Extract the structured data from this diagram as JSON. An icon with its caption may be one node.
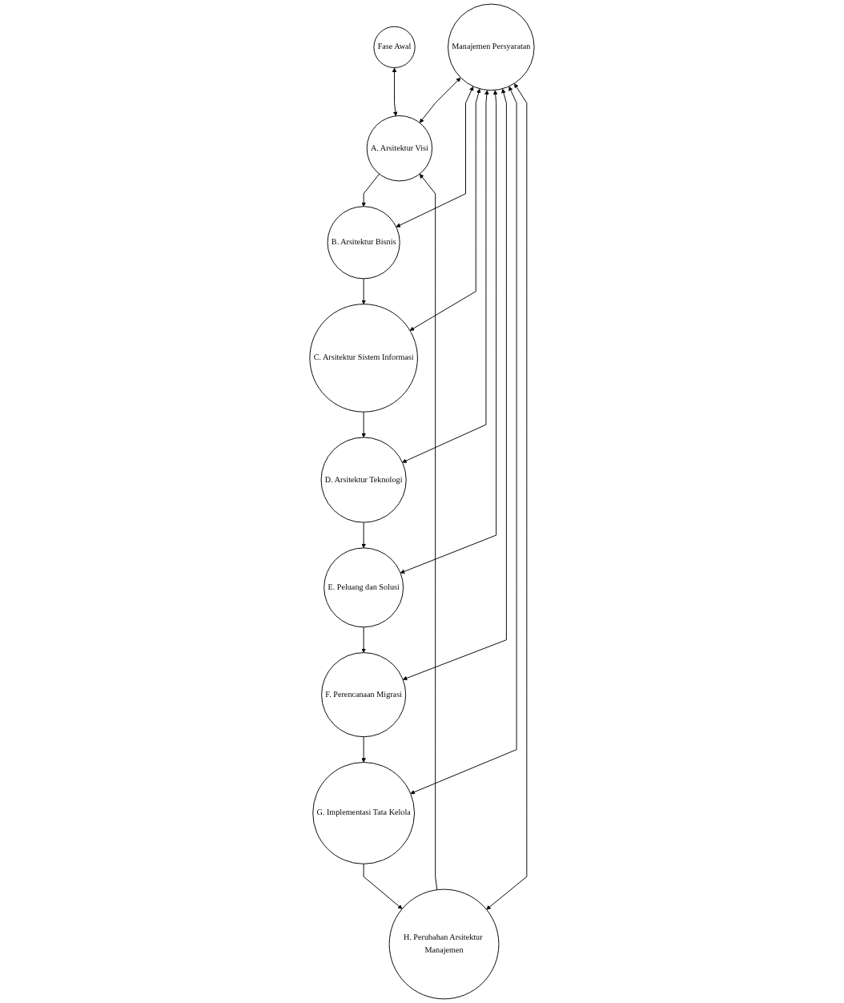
{
  "diagram": {
    "nodes": [
      {
        "text": [
          "Fase Awal"
        ]
      },
      {
        "text": [
          "H. Perubahan Arsitektur Manajemen"
        ]
      },
      {
        "text": [
          "A. Arsitektur Visi"
        ]
      },
      {
        "text": [
          "B. Arsitektur Bisnis"
        ]
      },
      {
        "text": [
          "G. Implementasi Tata Kelola"
        ]
      },
      {
        "text": [
          "Manajemen Persyaratan"
        ]
      },
      {
        "text": [
          "C. Arsitektur Sistem Informasi"
        ]
      },
      {
        "text": [
          "F. Perencanaan Migrasi"
        ]
      },
      {
        "text": [
          "D. Arsitektur Teknologi"
        ]
      },
      {
        "text": [
          "E. Peluang dan Solusi"
        ]
      }
    ],
    "edges": [
      {
        "from": 0,
        "to": 2,
        "arrow": "both"
      },
      {
        "from": 2,
        "to": 3,
        "arrow": "to"
      },
      {
        "from": 3,
        "to": 6,
        "arrow": "to"
      },
      {
        "from": 6,
        "to": 8,
        "arrow": "to"
      },
      {
        "from": 8,
        "to": 9,
        "arrow": "to"
      },
      {
        "from": 9,
        "to": 7,
        "arrow": "to"
      },
      {
        "from": 7,
        "to": 4,
        "arrow": "to"
      },
      {
        "from": 4,
        "to": 1,
        "arrow": "to"
      },
      {
        "from": 1,
        "to": 2,
        "arrow": "to"
      },
      {
        "from": 5,
        "to": 2,
        "arrow": "both"
      },
      {
        "from": 5,
        "to": 3,
        "arrow": "both"
      },
      {
        "from": 5,
        "to": 6,
        "arrow": "both"
      },
      {
        "from": 5,
        "to": 8,
        "arrow": "both"
      },
      {
        "from": 5,
        "to": 9,
        "arrow": "both"
      },
      {
        "from": 5,
        "to": 7,
        "arrow": "both"
      },
      {
        "from": 5,
        "to": 4,
        "arrow": "both"
      },
      {
        "from": 5,
        "to": 1,
        "arrow": "both"
      }
    ]
  }
}
